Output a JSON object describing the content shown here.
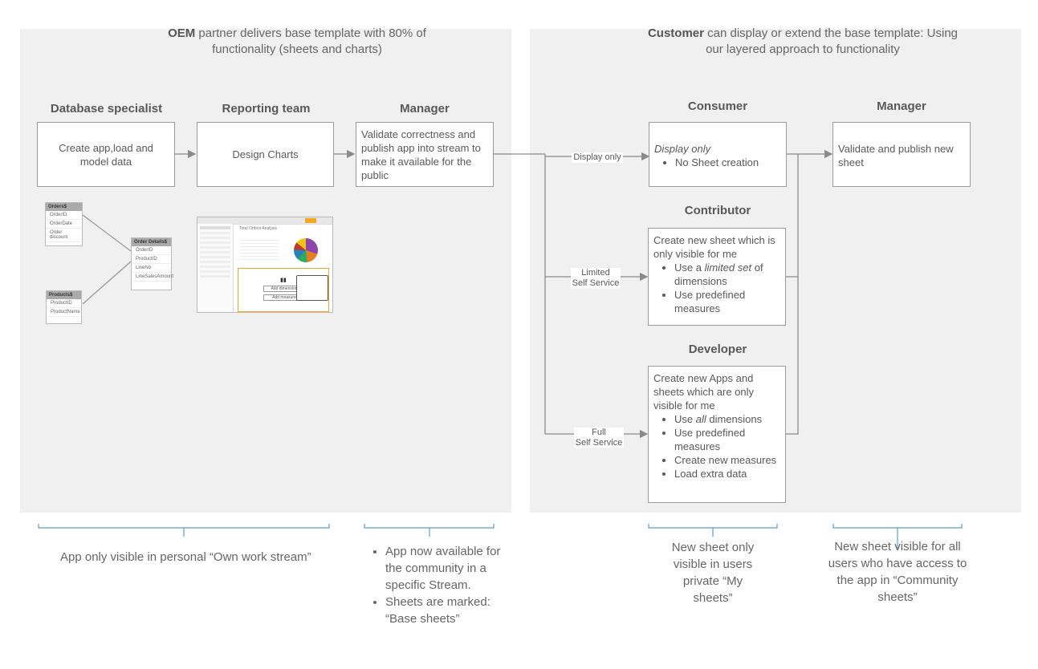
{
  "left_panel": {
    "header_bold": "OEM",
    "header_rest_line1": " partner delivers base template with 80% of",
    "header_line2": "functionality (sheets and charts)",
    "roles": [
      "Database specialist",
      "Reporting team",
      "Manager"
    ],
    "boxes": {
      "db": "Create app,load and model data",
      "reporting": "Design Charts",
      "manager": "Validate correctness and publish app into stream to make it available for the public"
    },
    "data_model": {
      "tables": [
        {
          "name": "Orders$",
          "fields": [
            "OrderID",
            "OrderDate",
            "Order discount"
          ]
        },
        {
          "name": "Order Details$",
          "fields": [
            "OrderID",
            "ProductID",
            "LineNo",
            "LineSalesAmount"
          ]
        },
        {
          "name": "Products$",
          "fields": [
            "ProductID",
            "ProductName"
          ]
        }
      ]
    },
    "sheet_thumb": {
      "title": "Total Orders Analysis",
      "buttons": [
        "Add dimension",
        "Add measure"
      ]
    }
  },
  "right_panel": {
    "header_bold": "Customer",
    "header_rest_line1": " can display or extend the base template: Using",
    "header_line2": "our layered approach to functionality",
    "roles": {
      "consumer": "Consumer",
      "manager": "Manager",
      "contributor": "Contributor",
      "developer": "Developer"
    },
    "consumer_box": {
      "italic_line": "Display only",
      "bullets": [
        "No Sheet creation"
      ]
    },
    "manager_box": "Validate and publish new sheet",
    "contributor_box": {
      "intro": "Create new sheet which is only visible for me",
      "bullet1_pre": "Use a ",
      "bullet1_em": "limited set",
      "bullet1_post": " of dimensions",
      "bullet2": "Use predefined measures"
    },
    "developer_box": {
      "intro": "Create new Apps and sheets which are only visible for me",
      "bullet1_pre": "Use ",
      "bullet1_em": "all",
      "bullet1_post": " dimensions",
      "bullets": [
        "Use predefined measures",
        "Create new measures",
        "Load extra data"
      ]
    }
  },
  "connector_labels": {
    "display_only": "Display only",
    "limited_1": "Limited",
    "limited_2": "Self Service",
    "full_1": "Full",
    "full_2": "Self Service"
  },
  "captions": {
    "own_work": "App only visible in personal “Own work stream”",
    "community": [
      "App now available for the community in a specific Stream.",
      "Sheets are marked: “Base sheets”"
    ],
    "my_sheets": "New sheet only visible in users private “My sheets”",
    "community_sheets": "New sheet visible for all users who have access to the app in “Community sheets”"
  },
  "colors": {
    "panel": "#f0f0f0",
    "line": "#8a8a8a",
    "brace": "#5b9bd5",
    "thumb_accent": "#f5a623"
  }
}
